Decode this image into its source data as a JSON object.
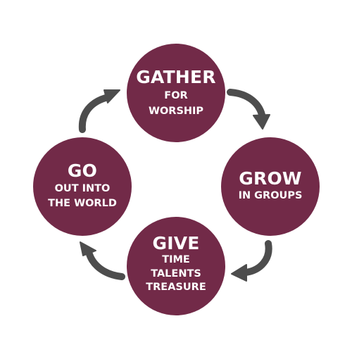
{
  "colors": {
    "node_fill": "#722a48",
    "node_text": "#ffffff",
    "arrow": "#4d4d4d",
    "background": "#ffffff"
  },
  "nodes": {
    "gather": {
      "title": "GATHER",
      "lines": [
        "FOR",
        "WORSHIP"
      ]
    },
    "grow": {
      "title": "GROW",
      "lines": [
        "IN GROUPS"
      ]
    },
    "give": {
      "title": "GIVE",
      "lines": [
        "TIME",
        "TALENTS",
        "TREASURE"
      ]
    },
    "go": {
      "title": "GO",
      "lines": [
        "OUT INTO",
        "THE WORLD"
      ]
    }
  },
  "arrow_icon": "curved-arrow-icon",
  "cycle_order": [
    "gather",
    "grow",
    "give",
    "go"
  ]
}
